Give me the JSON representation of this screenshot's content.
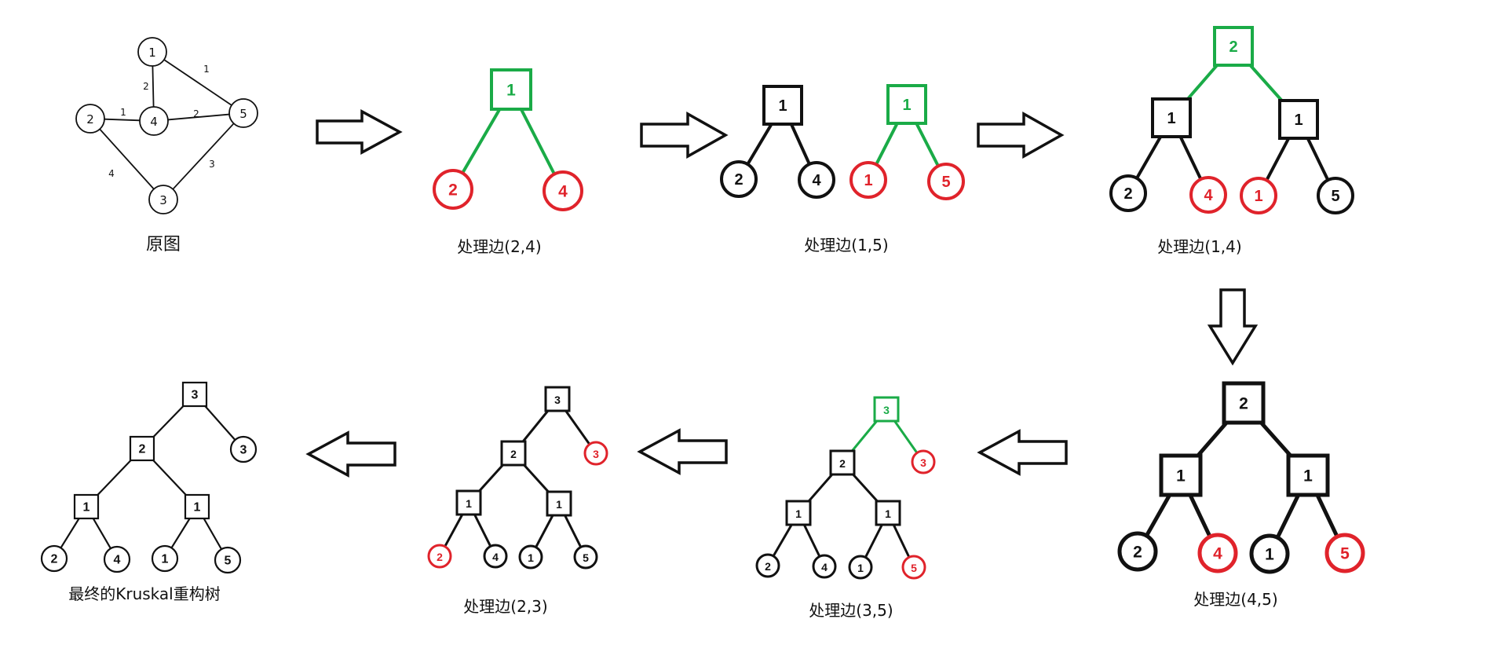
{
  "colors": {
    "black": "#111111",
    "green": "#1aab47",
    "red": "#e0232b"
  },
  "original_graph": {
    "caption": "原图",
    "nodes": [
      {
        "id": "1",
        "label": "1"
      },
      {
        "id": "2",
        "label": "2"
      },
      {
        "id": "3",
        "label": "3"
      },
      {
        "id": "4",
        "label": "4"
      },
      {
        "id": "5",
        "label": "5"
      }
    ],
    "edges": [
      {
        "from": "1",
        "to": "5",
        "weight": "1"
      },
      {
        "from": "1",
        "to": "4",
        "weight": "2"
      },
      {
        "from": "2",
        "to": "4",
        "weight": "1"
      },
      {
        "from": "4",
        "to": "5",
        "weight": "2"
      },
      {
        "from": "2",
        "to": "3",
        "weight": "4"
      },
      {
        "from": "3",
        "to": "5",
        "weight": "3"
      }
    ]
  },
  "steps": [
    {
      "caption": "处理边(2,4)"
    },
    {
      "caption": "处理边(1,5)"
    },
    {
      "caption": "处理边(1,4)"
    },
    {
      "caption": "处理边(4,5)"
    },
    {
      "caption": "处理边(3,5)"
    },
    {
      "caption": "处理边(2,3)"
    },
    {
      "caption": "最终的Kruskal重构树"
    }
  ],
  "trees": [
    {
      "nodes": [
        {
          "id": "a",
          "label": "1",
          "shape": "square",
          "color": "green"
        },
        {
          "id": "b",
          "label": "2",
          "shape": "circle",
          "color": "red"
        },
        {
          "id": "c",
          "label": "4",
          "shape": "circle",
          "color": "red"
        }
      ],
      "edges": [
        {
          "from": "a",
          "to": "b",
          "color": "green"
        },
        {
          "from": "a",
          "to": "c",
          "color": "green"
        }
      ]
    },
    {
      "nodes": [
        {
          "id": "a",
          "label": "1",
          "shape": "square",
          "color": "black"
        },
        {
          "id": "b",
          "label": "2",
          "shape": "circle",
          "color": "black"
        },
        {
          "id": "c",
          "label": "4",
          "shape": "circle",
          "color": "black"
        },
        {
          "id": "d",
          "label": "1",
          "shape": "square",
          "color": "green"
        },
        {
          "id": "e",
          "label": "1",
          "shape": "circle",
          "color": "red"
        },
        {
          "id": "f",
          "label": "5",
          "shape": "circle",
          "color": "red"
        }
      ],
      "edges": [
        {
          "from": "a",
          "to": "b",
          "color": "black"
        },
        {
          "from": "a",
          "to": "c",
          "color": "black"
        },
        {
          "from": "d",
          "to": "e",
          "color": "green"
        },
        {
          "from": "d",
          "to": "f",
          "color": "green"
        }
      ]
    },
    {
      "nodes": [
        {
          "id": "r",
          "label": "2",
          "shape": "square",
          "color": "green"
        },
        {
          "id": "a",
          "label": "1",
          "shape": "square",
          "color": "black"
        },
        {
          "id": "b",
          "label": "1",
          "shape": "square",
          "color": "black"
        },
        {
          "id": "c",
          "label": "2",
          "shape": "circle",
          "color": "black"
        },
        {
          "id": "d",
          "label": "4",
          "shape": "circle",
          "color": "red"
        },
        {
          "id": "e",
          "label": "1",
          "shape": "circle",
          "color": "red"
        },
        {
          "id": "f",
          "label": "5",
          "shape": "circle",
          "color": "black"
        }
      ],
      "edges": [
        {
          "from": "r",
          "to": "a",
          "color": "green"
        },
        {
          "from": "r",
          "to": "b",
          "color": "green"
        },
        {
          "from": "a",
          "to": "c",
          "color": "black"
        },
        {
          "from": "a",
          "to": "d",
          "color": "black"
        },
        {
          "from": "b",
          "to": "e",
          "color": "black"
        },
        {
          "from": "b",
          "to": "f",
          "color": "black"
        }
      ]
    },
    {
      "nodes": [
        {
          "id": "r",
          "label": "2",
          "shape": "square",
          "color": "black"
        },
        {
          "id": "a",
          "label": "1",
          "shape": "square",
          "color": "black"
        },
        {
          "id": "b",
          "label": "1",
          "shape": "square",
          "color": "black"
        },
        {
          "id": "c",
          "label": "2",
          "shape": "circle",
          "color": "black"
        },
        {
          "id": "d",
          "label": "4",
          "shape": "circle",
          "color": "red"
        },
        {
          "id": "e",
          "label": "1",
          "shape": "circle",
          "color": "black"
        },
        {
          "id": "f",
          "label": "5",
          "shape": "circle",
          "color": "red"
        }
      ],
      "edges": [
        {
          "from": "r",
          "to": "a",
          "color": "black"
        },
        {
          "from": "r",
          "to": "b",
          "color": "black"
        },
        {
          "from": "a",
          "to": "c",
          "color": "black"
        },
        {
          "from": "a",
          "to": "d",
          "color": "black"
        },
        {
          "from": "b",
          "to": "e",
          "color": "black"
        },
        {
          "from": "b",
          "to": "f",
          "color": "black"
        }
      ]
    },
    {
      "nodes": [
        {
          "id": "t",
          "label": "3",
          "shape": "square",
          "color": "green"
        },
        {
          "id": "r",
          "label": "2",
          "shape": "square",
          "color": "black"
        },
        {
          "id": "g",
          "label": "3",
          "shape": "circle",
          "color": "red"
        },
        {
          "id": "a",
          "label": "1",
          "shape": "square",
          "color": "black"
        },
        {
          "id": "b",
          "label": "1",
          "shape": "square",
          "color": "black"
        },
        {
          "id": "c",
          "label": "2",
          "shape": "circle",
          "color": "black"
        },
        {
          "id": "d",
          "label": "4",
          "shape": "circle",
          "color": "black"
        },
        {
          "id": "e",
          "label": "1",
          "shape": "circle",
          "color": "black"
        },
        {
          "id": "f",
          "label": "5",
          "shape": "circle",
          "color": "red"
        }
      ],
      "edges": [
        {
          "from": "t",
          "to": "r",
          "color": "green"
        },
        {
          "from": "t",
          "to": "g",
          "color": "green"
        },
        {
          "from": "r",
          "to": "a",
          "color": "black"
        },
        {
          "from": "r",
          "to": "b",
          "color": "black"
        },
        {
          "from": "a",
          "to": "c",
          "color": "black"
        },
        {
          "from": "a",
          "to": "d",
          "color": "black"
        },
        {
          "from": "b",
          "to": "e",
          "color": "black"
        },
        {
          "from": "b",
          "to": "f",
          "color": "black"
        }
      ]
    },
    {
      "nodes": [
        {
          "id": "t",
          "label": "3",
          "shape": "square",
          "color": "black"
        },
        {
          "id": "r",
          "label": "2",
          "shape": "square",
          "color": "black"
        },
        {
          "id": "g",
          "label": "3",
          "shape": "circle",
          "color": "red"
        },
        {
          "id": "a",
          "label": "1",
          "shape": "square",
          "color": "black"
        },
        {
          "id": "b",
          "label": "1",
          "shape": "square",
          "color": "black"
        },
        {
          "id": "c",
          "label": "2",
          "shape": "circle",
          "color": "red"
        },
        {
          "id": "d",
          "label": "4",
          "shape": "circle",
          "color": "black"
        },
        {
          "id": "e",
          "label": "1",
          "shape": "circle",
          "color": "black"
        },
        {
          "id": "f",
          "label": "5",
          "shape": "circle",
          "color": "black"
        }
      ],
      "edges": [
        {
          "from": "t",
          "to": "r",
          "color": "black"
        },
        {
          "from": "t",
          "to": "g",
          "color": "black"
        },
        {
          "from": "r",
          "to": "a",
          "color": "black"
        },
        {
          "from": "r",
          "to": "b",
          "color": "black"
        },
        {
          "from": "a",
          "to": "c",
          "color": "black"
        },
        {
          "from": "a",
          "to": "d",
          "color": "black"
        },
        {
          "from": "b",
          "to": "e",
          "color": "black"
        },
        {
          "from": "b",
          "to": "f",
          "color": "black"
        }
      ]
    },
    {
      "nodes": [
        {
          "id": "t",
          "label": "3",
          "shape": "square",
          "color": "black"
        },
        {
          "id": "r",
          "label": "2",
          "shape": "square",
          "color": "black"
        },
        {
          "id": "g",
          "label": "3",
          "shape": "circle",
          "color": "black"
        },
        {
          "id": "a",
          "label": "1",
          "shape": "square",
          "color": "black"
        },
        {
          "id": "b",
          "label": "1",
          "shape": "square",
          "color": "black"
        },
        {
          "id": "c",
          "label": "2",
          "shape": "circle",
          "color": "black"
        },
        {
          "id": "d",
          "label": "4",
          "shape": "circle",
          "color": "black"
        },
        {
          "id": "e",
          "label": "1",
          "shape": "circle",
          "color": "black"
        },
        {
          "id": "f",
          "label": "5",
          "shape": "circle",
          "color": "black"
        }
      ],
      "edges": [
        {
          "from": "t",
          "to": "r",
          "color": "black"
        },
        {
          "from": "t",
          "to": "g",
          "color": "black"
        },
        {
          "from": "r",
          "to": "a",
          "color": "black"
        },
        {
          "from": "r",
          "to": "b",
          "color": "black"
        },
        {
          "from": "a",
          "to": "c",
          "color": "black"
        },
        {
          "from": "a",
          "to": "d",
          "color": "black"
        },
        {
          "from": "b",
          "to": "e",
          "color": "black"
        },
        {
          "from": "b",
          "to": "f",
          "color": "black"
        }
      ]
    }
  ]
}
